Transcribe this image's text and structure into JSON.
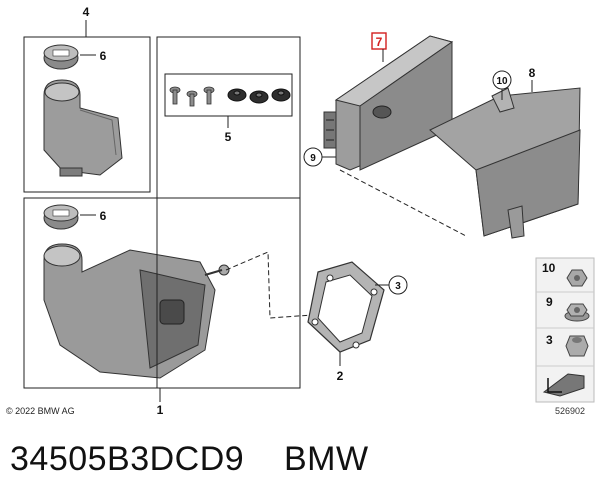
{
  "diagram": {
    "callouts": {
      "top_reservoir": "4",
      "cap_top": "6",
      "screws_kit": "5",
      "cap_bottom": "6",
      "assembly": "1",
      "gasket": "2",
      "gasket_ref": "3",
      "control_unit": "7",
      "bracket": "8",
      "cu_nut": "9",
      "bracket_nut": "10"
    },
    "legend": [
      {
        "num": "10"
      },
      {
        "num": "9"
      },
      {
        "num": "3"
      }
    ],
    "copyright": "© 2022 BMW AG",
    "doc_number": "526902"
  },
  "caption": {
    "part_number": "34505B3DCD9",
    "brand": "BMW"
  },
  "colors": {
    "highlight_red": "#d21f1f",
    "part_gray": "#9a9a9a",
    "outline": "#222222"
  }
}
